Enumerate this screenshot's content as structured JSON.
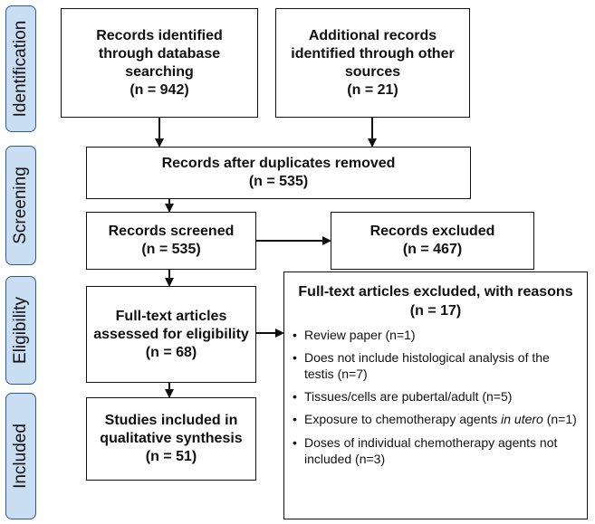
{
  "phases": {
    "identification": "Identification",
    "screening": "Screening",
    "eligibility": "Eligibility",
    "included": "Included"
  },
  "boxes": {
    "database": {
      "title": "Records identified through database searching",
      "n": "(n = 942)"
    },
    "other_sources": {
      "title": "Additional records identified through other sources",
      "n": "(n = 21)"
    },
    "duplicates_removed": {
      "title": "Records after duplicates removed",
      "n": "(n = 535)"
    },
    "screened": {
      "title": "Records screened",
      "n": "(n = 535)"
    },
    "excluded": {
      "title": "Records excluded",
      "n": "(n = 467)"
    },
    "fulltext_assessed": {
      "title": "Full-text articles assessed for eligibility",
      "n": "(n = 68)"
    },
    "included": {
      "title": "Studies included in qualitative synthesis",
      "n": "(n = 51)"
    }
  },
  "exclusion_reasons": {
    "title": "Full-text articles excluded, with reasons",
    "n": "(n = 17)",
    "bullet": "•",
    "items": [
      {
        "text": "Review paper (n=1)"
      },
      {
        "text": "Does not include histological analysis of the testis (n=7)"
      },
      {
        "text": "Tissues/cells are pubertal/adult (n=5)"
      },
      {
        "pre": "Exposure to chemotherapy agents ",
        "em": "in utero",
        "post": " (n=1)"
      },
      {
        "text": "Doses of individual chemotherapy agents not included (n=3)"
      }
    ]
  },
  "colors": {
    "phase_fill": "#c9ddf3",
    "phase_border": "#2c5d8f",
    "line": "#111111"
  }
}
